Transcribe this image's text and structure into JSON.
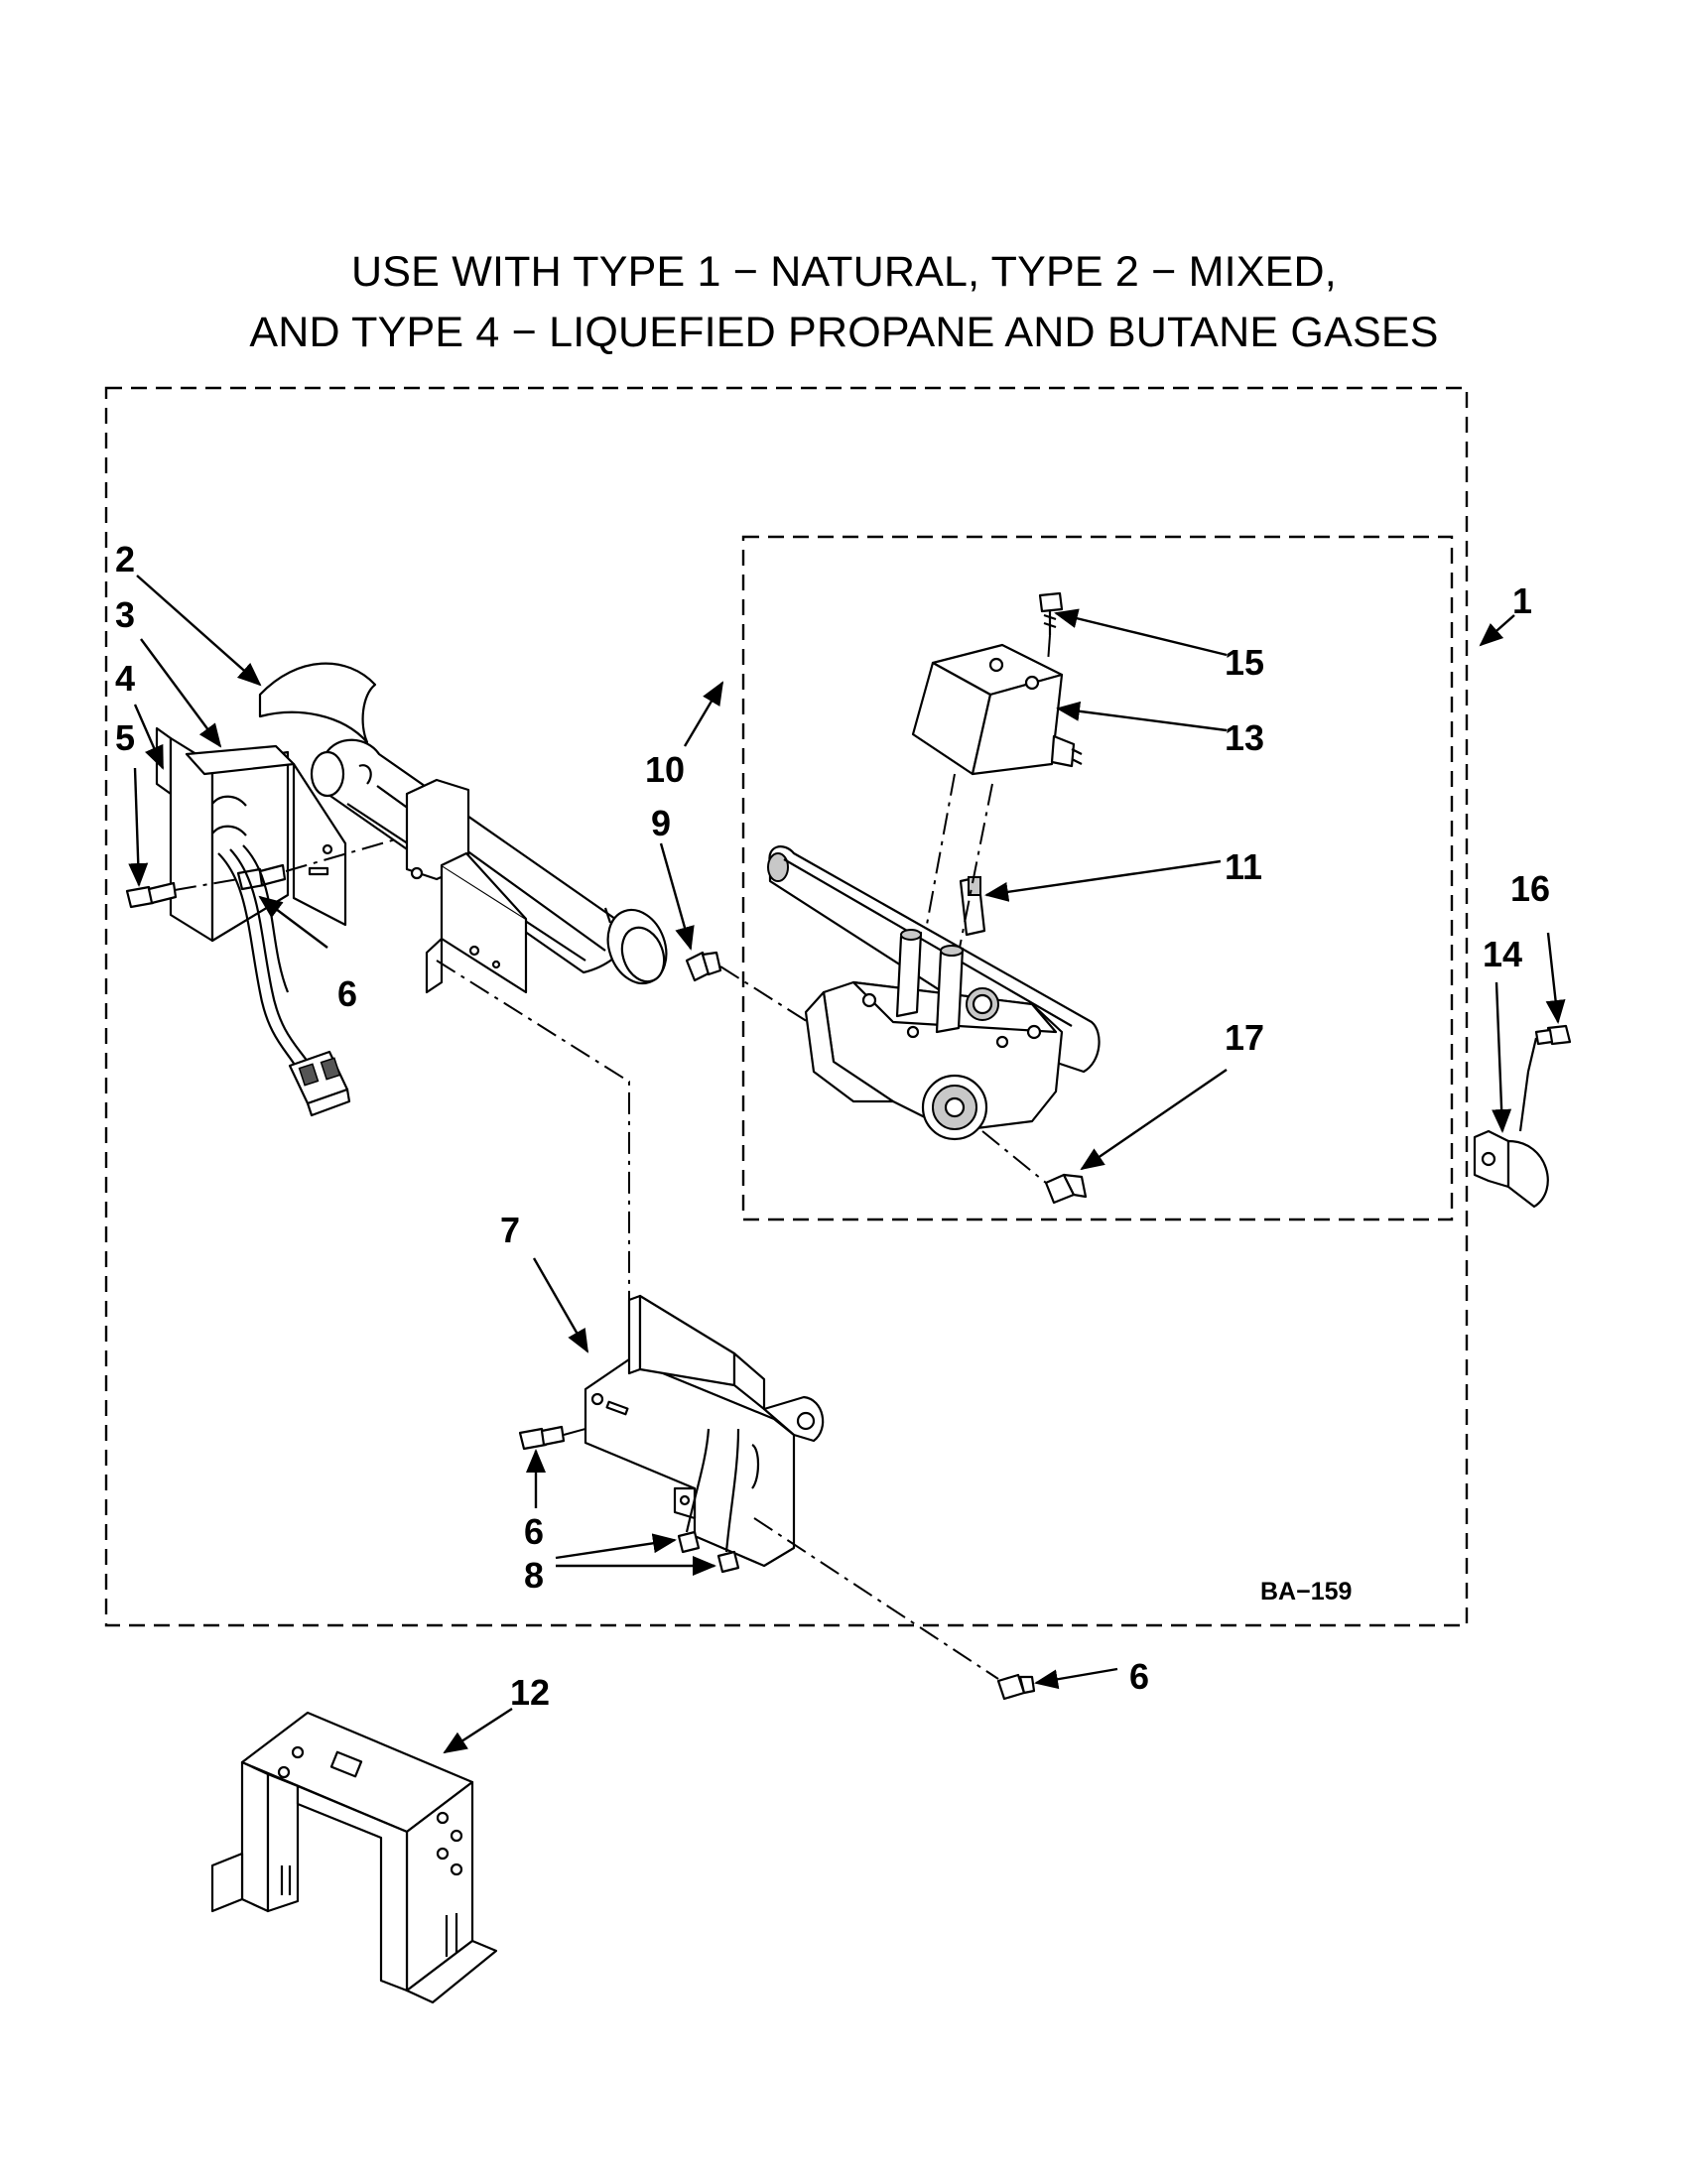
{
  "title": {
    "line1": "USE WITH TYPE 1 − NATURAL, TYPE 2 − MIXED,",
    "line2": "AND TYPE 4 − LIQUEFIED PROPANE AND BUTANE GASES"
  },
  "diagram_code": "BA−159",
  "callouts": {
    "c1": "1",
    "c2": "2",
    "c3": "3",
    "c4": "4",
    "c5": "5",
    "c6a": "6",
    "c6b": "6",
    "c6c": "6",
    "c7": "7",
    "c8": "8",
    "c9": "9",
    "c10": "10",
    "c11": "11",
    "c12": "12",
    "c13": "13",
    "c14": "14",
    "c15": "15",
    "c16": "16",
    "c17": "17"
  }
}
